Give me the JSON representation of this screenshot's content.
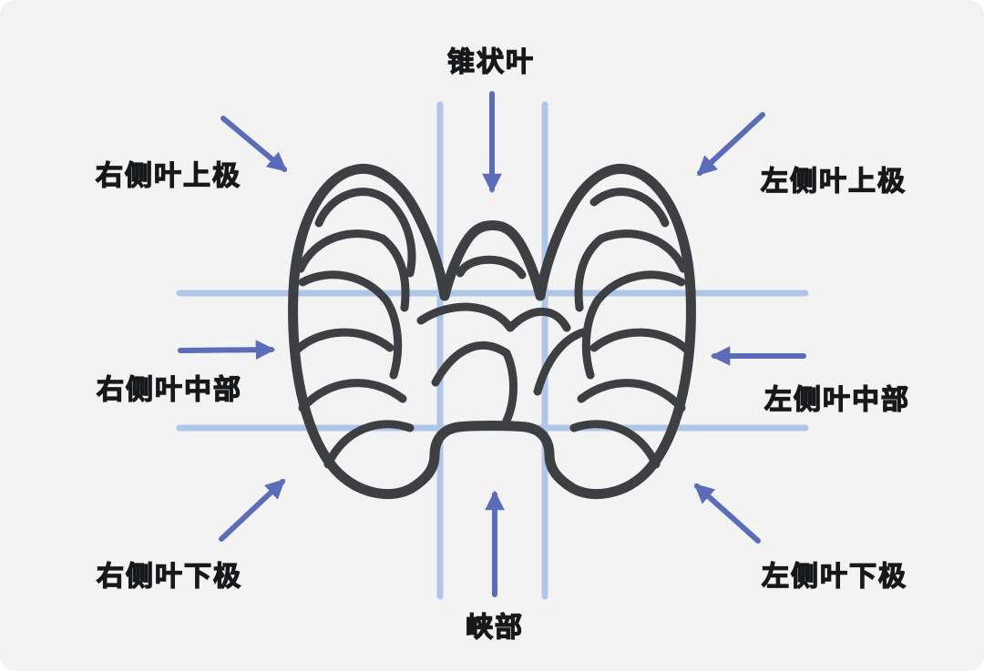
{
  "diagram": {
    "title": "thyroid-regions-diagram",
    "labels": {
      "pyramidal": "锥状叶",
      "right_upper": "右侧叶上极",
      "left_upper": "左侧叶上极",
      "right_middle": "右侧叶中部",
      "left_middle": "左侧叶中部",
      "right_lower": "右侧叶下极",
      "left_lower": "左侧叶下极",
      "isthmus": "峡部"
    },
    "colors": {
      "background": "#f3f3f4",
      "outline": "#3d3f42",
      "arrow": "#5b6cb8",
      "grid_line": "#b0c6e8",
      "text": "#17181a"
    }
  }
}
